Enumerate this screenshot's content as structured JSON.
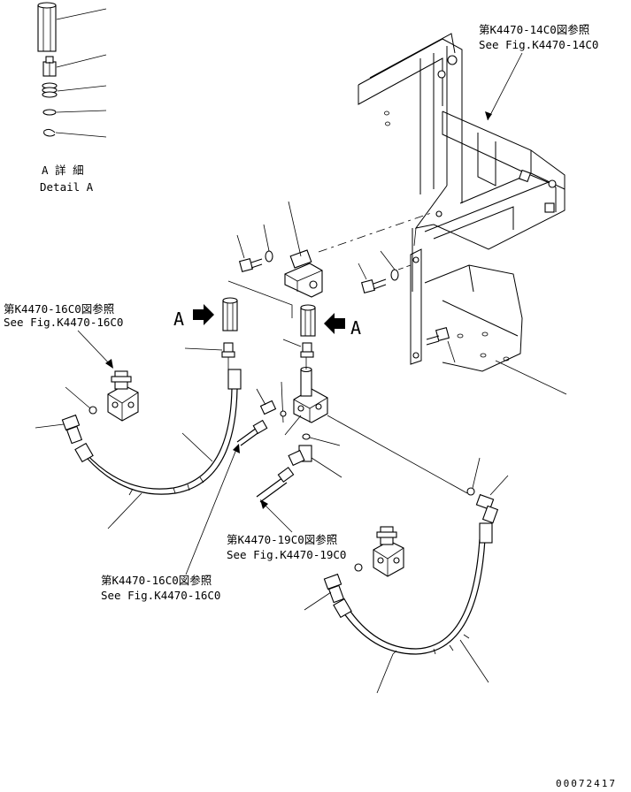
{
  "detail_label": {
    "jp": "A 詳 細",
    "en": "Detail A"
  },
  "callouts": {
    "fig_14c0": {
      "jp": "第K4470-14C0図参照",
      "en": "See Fig.K4470-14C0"
    },
    "fig_16c0_upper": {
      "jp": "第K4470-16C0図参照",
      "en": "See Fig.K4470-16C0"
    },
    "fig_19c0": {
      "jp": "第K4470-19C0図参照",
      "en": "See Fig.K4470-19C0"
    },
    "fig_16c0_lower": {
      "jp": "第K4470-16C0図参照",
      "en": "See Fig.K4470-16C0"
    }
  },
  "view_marker": {
    "left": "A",
    "right": "A"
  },
  "drawing_number": "00072417"
}
